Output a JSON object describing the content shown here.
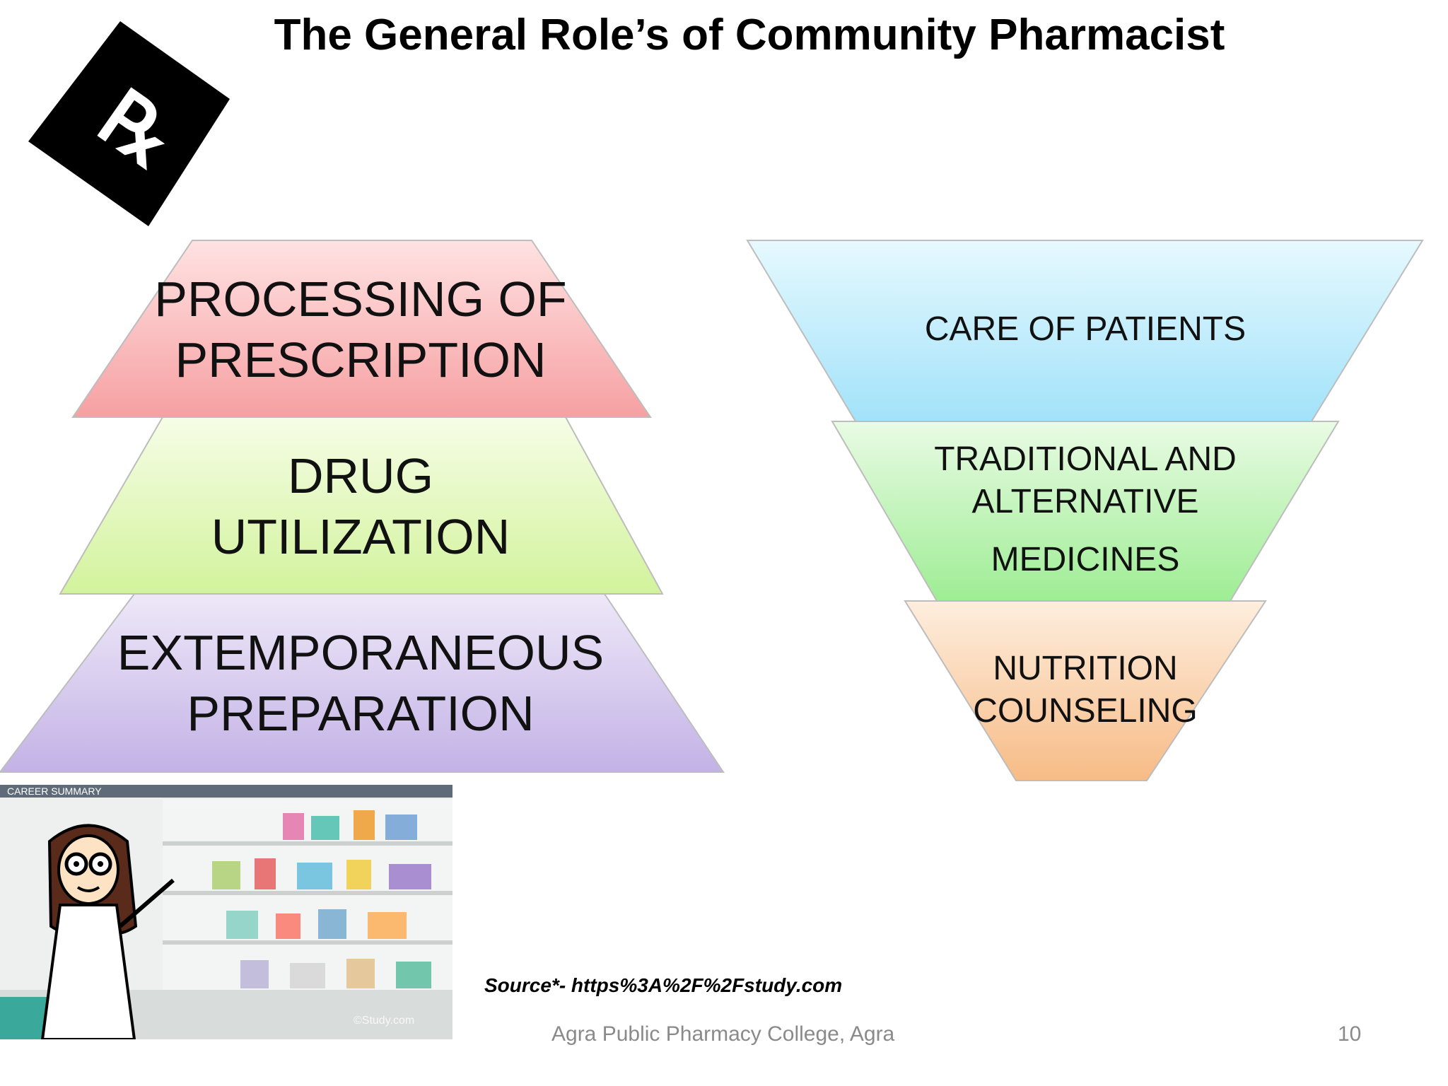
{
  "slide": {
    "title": "The General Role’s of Community Pharmacist",
    "left_pyramid": [
      {
        "line1": "PROCESSING OF",
        "line2": "PRESCRIPTION"
      },
      {
        "line1": "DRUG",
        "line2": "UTILIZATION"
      },
      {
        "line1": "EXTEMPORANEOUS",
        "line2": "PREPARATION"
      }
    ],
    "right_funnel": [
      {
        "line1": "CARE OF PATIENTS"
      },
      {
        "line1": "TRADITIONAL AND",
        "line2": "ALTERNATIVE",
        "line3": "MEDICINES"
      },
      {
        "line1": "NUTRITION",
        "line2": "COUNSELING"
      }
    ],
    "image": {
      "banner": "CAREER SUMMARY",
      "watermark": "©Study.com"
    },
    "source": "Source*- https%3A%2F%2Fstudy.com",
    "footer": "Agra Public Pharmacy College, Agra",
    "page_number": "10"
  },
  "colors": {
    "pink": "#f6a9aa",
    "green": "#d6f5a6",
    "purple": "#c9b8e8",
    "cyan": "#a9e6fb",
    "mint": "#a8ef9e",
    "peach": "#f8c190"
  },
  "icons": [
    "rx-symbol-icon",
    "pharmacist-cartoon-icon"
  ]
}
